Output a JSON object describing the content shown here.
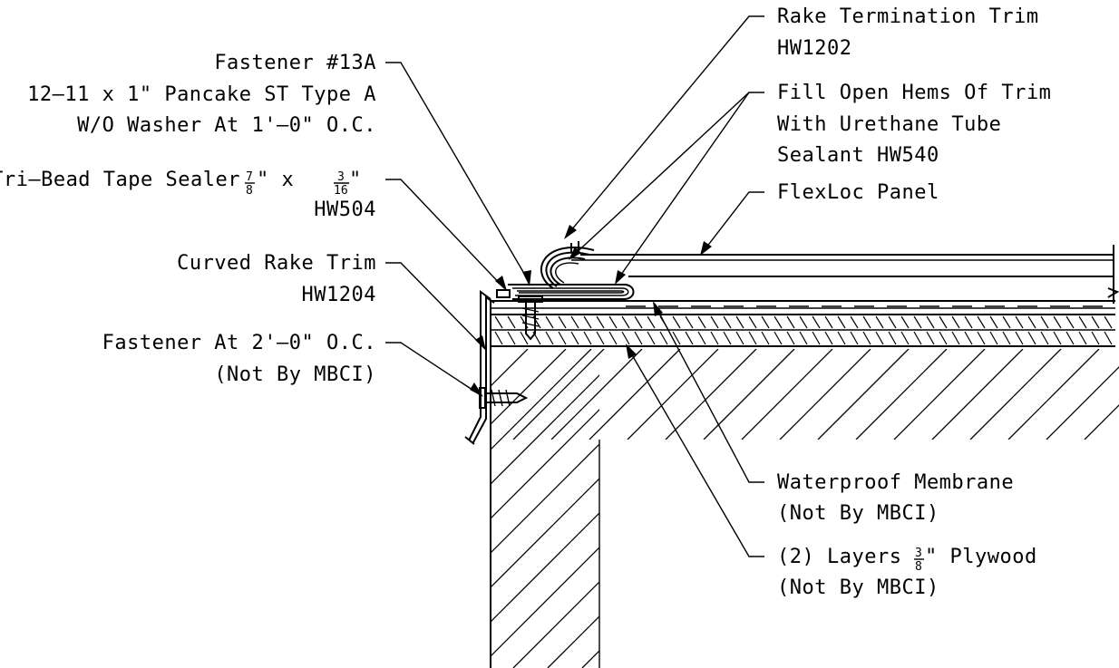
{
  "labels": {
    "fastener_13a": {
      "line1": "Fastener #13A",
      "line2": "12–11 x 1\" Pancake ST Type A",
      "line3": "W/O Washer At 1'–0\" O.C."
    },
    "tri_bead": {
      "text": "Tri–Bead Tape Sealer",
      "frac1_num": "7",
      "frac1_den": "8",
      "mid": "\" x",
      "frac2_num": "3",
      "frac2_den": "16",
      "end": "\"",
      "code": "HW504"
    },
    "curved_rake_trim": {
      "line1": "Curved Rake Trim",
      "line2": "HW1204"
    },
    "fastener_2ft": {
      "line1": "Fastener At 2'–0\" O.C.",
      "line2": "(Not By MBCI)"
    },
    "rake_termination_trim": {
      "line1": "Rake Termination Trim",
      "line2": "HW1202"
    },
    "fill_open_hems": {
      "line1": "Fill Open Hems Of Trim",
      "line2": "With Urethane Tube",
      "line3": "Sealant HW540"
    },
    "flexloc_panel": {
      "line1": "FlexLoc Panel"
    },
    "waterproof_membrane": {
      "line1": "Waterproof Membrane",
      "line2": "(Not By MBCI)"
    },
    "plywood": {
      "prefix": "(2) Layers",
      "frac_num": "3",
      "frac_den": "8",
      "suffix": "\" Plywood",
      "line2": "(Not By MBCI)"
    }
  }
}
